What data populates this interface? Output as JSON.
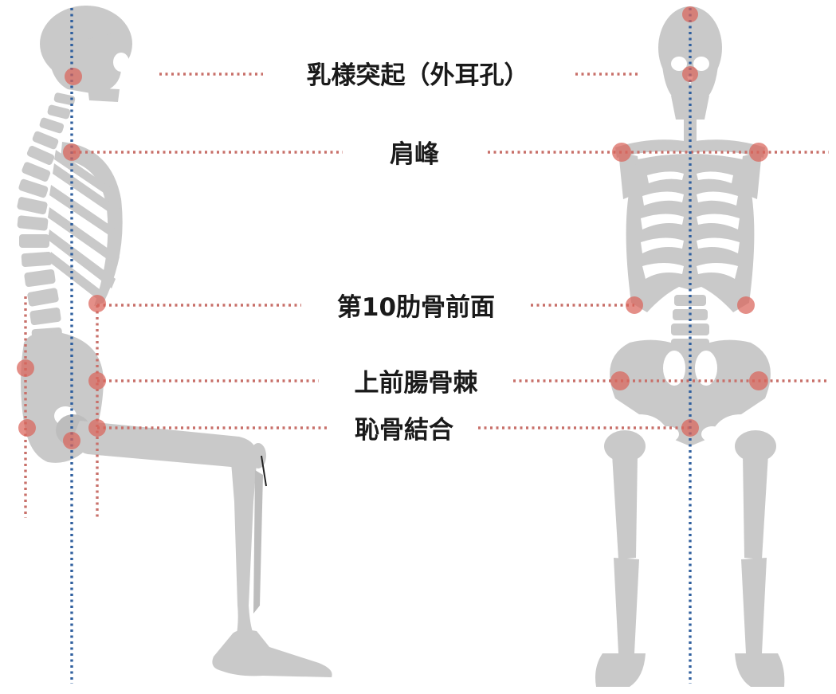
{
  "landmarks": {
    "mastoid": "乳様突起（外耳孔）",
    "acromion": "肩峰",
    "rib10": "第10肋骨前面",
    "asis": "上前腸骨棘",
    "symphysis": "恥骨結合"
  },
  "colors": {
    "bone": "#c9c9c9",
    "landmark_dot": "#d9645a",
    "horizontal_guide": "#c8706a",
    "vertical_plumb_line": "#2f5f9e"
  }
}
